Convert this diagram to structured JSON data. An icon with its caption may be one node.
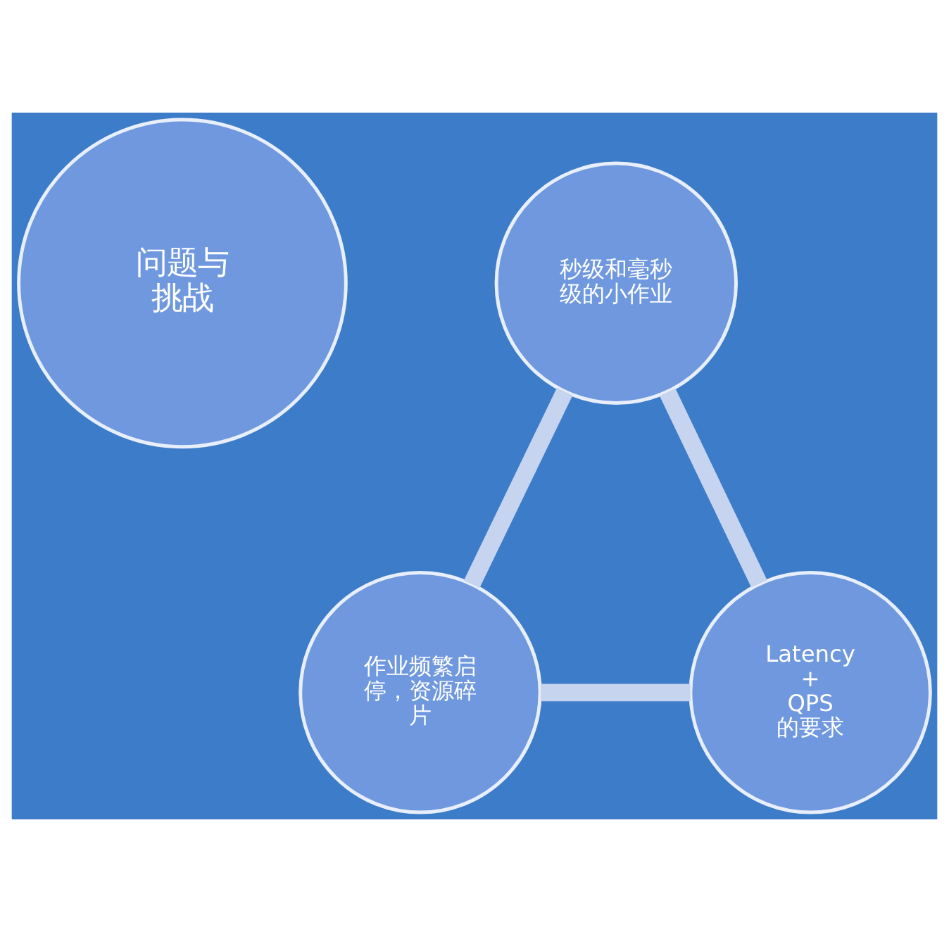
{
  "diagram": {
    "nodes": [
      {
        "text": [
          "问题与挑战"
        ]
      },
      {
        "text": [
          "秒级和毫秒级的小作业"
        ]
      },
      {
        "text": [
          "作业频繁启停，资源碎片"
        ]
      },
      {
        "text": [
          "Latency + QPS 的要求"
        ]
      }
    ],
    "edges": [
      {
        "from": 1,
        "to": 2,
        "arrow": "none"
      },
      {
        "from": 2,
        "to": 3,
        "arrow": "none"
      },
      {
        "from": 3,
        "to": 1,
        "arrow": "none"
      }
    ]
  }
}
